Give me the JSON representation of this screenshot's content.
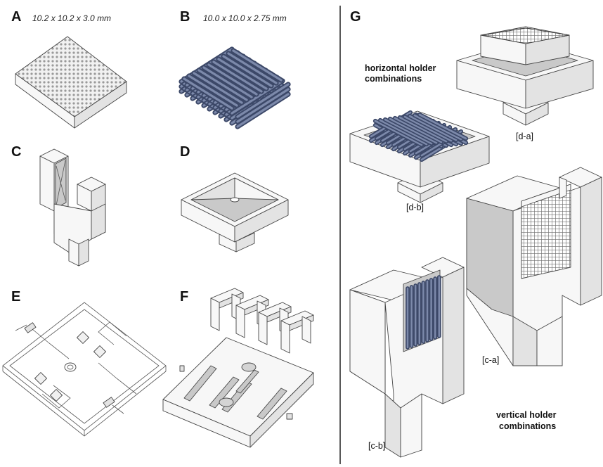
{
  "panels": {
    "A": {
      "letter": "A",
      "dimensions": "10.2 x 10.2 x 3.0 mm"
    },
    "B": {
      "letter": "B",
      "dimensions": "10.0 x 10.0 x 2.75 mm"
    },
    "C": {
      "letter": "C"
    },
    "D": {
      "letter": "D"
    },
    "E": {
      "letter": "E"
    },
    "F": {
      "letter": "F"
    },
    "G": {
      "letter": "G",
      "horizontal_caption": [
        "horizontal holder",
        "combinations"
      ],
      "vertical_caption": [
        "vertical holder",
        "combinations"
      ],
      "tags": {
        "da": "[d-a]",
        "db": "[d-b]",
        "ca": "[c-a]",
        "cb": "[c-b]"
      }
    }
  },
  "colors": {
    "rod_blue": "#5c6b8f",
    "rod_highlight": "#a9b3cc",
    "block_face": "#f5f5f5",
    "divider": "#222222"
  }
}
